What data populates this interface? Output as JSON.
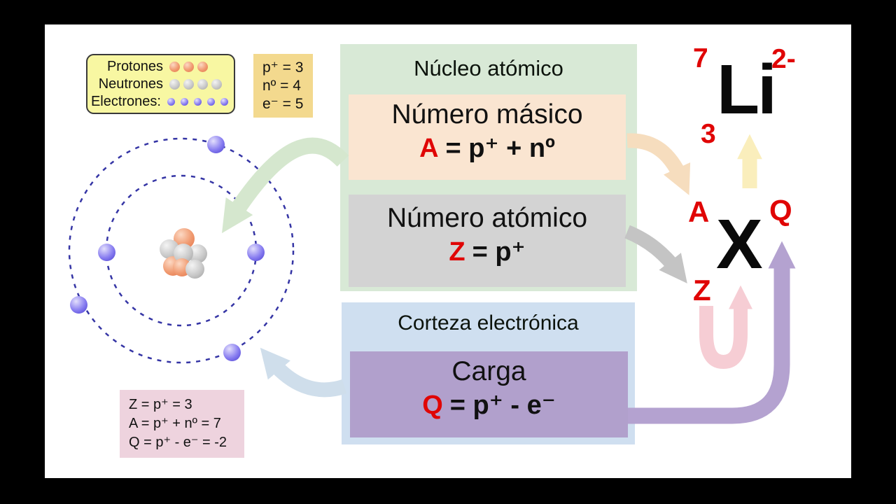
{
  "colors": {
    "accent_red": "#e00505",
    "arrow_green": "#d5e7ce",
    "arrow_blue": "#cfdeeb",
    "arrow_orange": "#f6ddbe",
    "arrow_gray": "#c4c4c4",
    "arrow_yellow": "#faeebc",
    "arrow_pink": "#f6cdd4",
    "arrow_purple": "#b4a2d0",
    "orbit_blue": "#3535a5",
    "legend_bg": "#f8f7a2",
    "counts_bg": "#f3d98e",
    "nucleus_section_bg": "#d8e9d6",
    "mass_box_bg": "#fae5d1",
    "atomic_box_bg": "#d3d3d3",
    "shell_section_bg": "#cfdff0",
    "charge_box_bg": "#b1a0cc",
    "example_box_bg": "#eed3de"
  },
  "legend": {
    "rows": [
      {
        "label": "Protones",
        "count": 3,
        "particle": "proton"
      },
      {
        "label": "Neutrones",
        "count": 4,
        "particle": "neutron"
      },
      {
        "label": "Electrones:",
        "count": 5,
        "particle": "electron"
      }
    ]
  },
  "counts_box": {
    "lines": [
      "p⁺ = 3",
      "nº = 4",
      "e⁻ = 5"
    ]
  },
  "nucleus_section": {
    "title": "Núcleo atómico",
    "mass_number": {
      "title": "Número másico",
      "formula_lhs": "A",
      "formula_rhs": "= p⁺ + nº"
    },
    "atomic_number": {
      "title": "Número atómico",
      "formula_lhs": "Z",
      "formula_rhs": "= p⁺"
    }
  },
  "shell_section": {
    "title": "Corteza electrónica",
    "charge": {
      "title": "Carga",
      "formula_lhs": "Q",
      "formula_rhs": "= p⁺ - e⁻"
    }
  },
  "example_box": {
    "lines": [
      "Z = p⁺ = 3",
      "A = p⁺ + nº = 7",
      "Q = p⁺ - e⁻ = -2"
    ]
  },
  "ion_example": {
    "symbol": "Li",
    "mass_number": "7",
    "charge": "2-",
    "atomic_number": "3"
  },
  "generic_notation": {
    "symbol": "X",
    "mass_label": "A",
    "charge_label": "Q",
    "atomic_label": "Z"
  }
}
